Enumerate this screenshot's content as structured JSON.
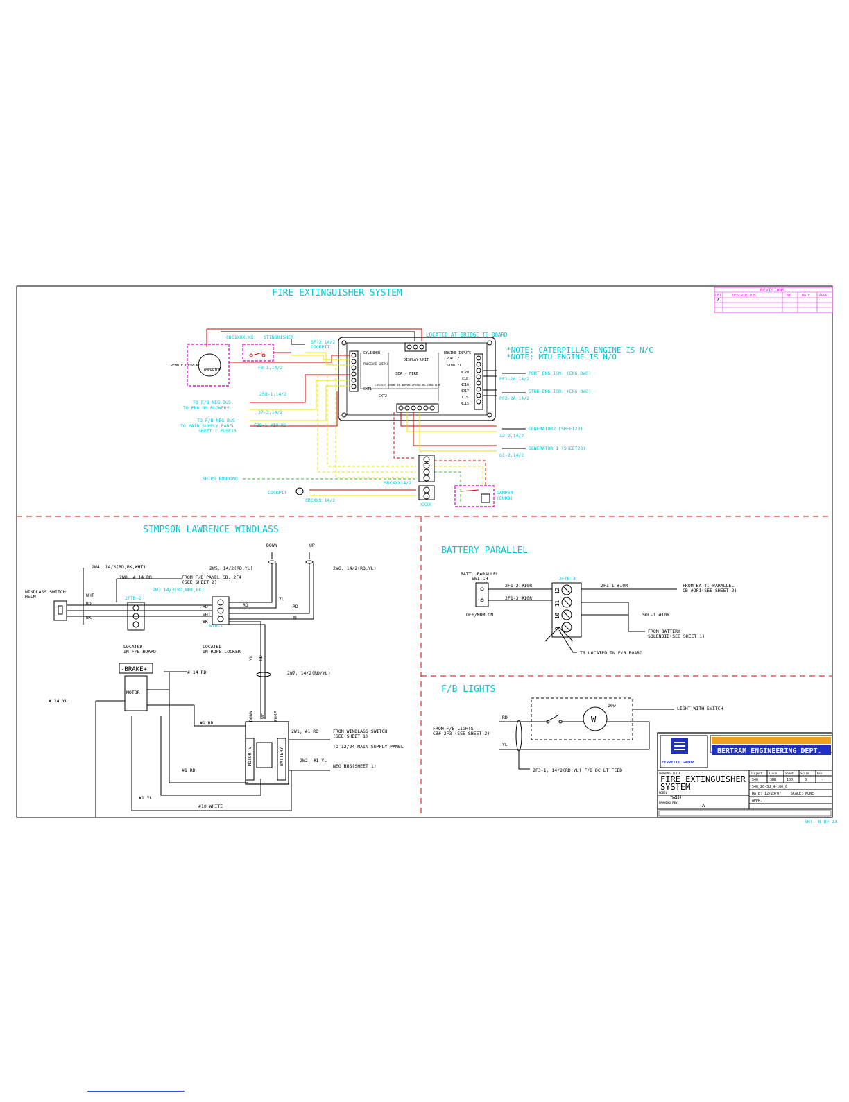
{
  "sections": {
    "fire_title": "FIRE EXTINGUISHER SYSTEM",
    "windlass_title": "SIMPSON LAWRENCE WINDLASS",
    "battery_title": "BATTERY PARALLEL",
    "lights_title": "F/B LIGHTS"
  },
  "revisions": {
    "title": "REVISIONS",
    "headers": [
      "LET.",
      "DESCRIPTION",
      "BY",
      "DATE",
      "APPR."
    ],
    "first_letter": "A"
  },
  "fire": {
    "note1": "*NOTE: CATERPILLAR ENGINE IS N/C",
    "note2": "*NOTE: MTU ENGINE IS N/O",
    "located_bridge": "LOCATED AT BRIDGE TB BOARD",
    "remote_display": "REMOTE DISPLAY",
    "override": "OVERRIDE",
    "cdc": "CDC1XXX,XX",
    "sting": "STINGUISHER",
    "sf": "SF-2,14/2",
    "cockpit_top": "COCKPIT",
    "fb1": "FB-1,14/2",
    "c258": "258-1,14/2",
    "c37": "37-3,14/2",
    "neg1a": "TO F/B NEG BUS",
    "neg1b": "TO ENG RM BLOWERS",
    "neg2a": "TO F/B NEG BUS",
    "neg2b": "TO MAIN SUPPLY PANEL",
    "neg2c": "SHEET 1 FUSE13",
    "f2b": "F2B-1 #10 RD",
    "display_unit": "DISPLAY UNIT",
    "cylinder": "CYLINDER",
    "pressure": "PRESSURE SWITCH",
    "sea_fire": "SEA - FIRE",
    "circuits": "CIRCUITS SHOWN IN NORMAL OPERATING CONDITION",
    "engine_inputs": "ENGINE INPUTS",
    "port12": "PORT12",
    "stbd21": "STBD.21",
    "nc20": "NC20",
    "c18": "C18",
    "nc16": "NC16",
    "no17": "NO17",
    "c15": "C15",
    "nc15": "NC15",
    "cxt1": "CXT1",
    "cxt2": "CXT2",
    "port_ign": "PORT ENG IGN. (ENG DWG)",
    "stbd_ign": "STBD ENG IGN. (ENG DWG)",
    "pf1": "PF1-2A,14/2",
    "pf2": "PF2-2A,14/2",
    "gen2": "GENERATOR2 (SHEET23)",
    "gen1": "GENERATOR 1 (SHEET23)",
    "g12": "12-2,14/2",
    "g11": "G1-2,14/2",
    "ships_bonding": "SHIPS BONDING",
    "sdc": "SDCXXX14/2",
    "cockpit": "COCKPIT",
    "cdcxxx": "CDCXXX,14/2",
    "xxxx": "XXXX",
    "damper1": "DAMPER",
    "damper2": "(EURO)"
  },
  "windlass": {
    "down": "DOWN",
    "up": "UP",
    "w4": "2W4, 14/3(RD,BK,WHT)",
    "w5": "2W5, 14/2(RD,YL)",
    "w6": "2W6, 14/2(RD,YL)",
    "w8": "2W8, # 14 RD",
    "from_panel1": "FROM F/B PANEL CB. 2F4",
    "from_panel2": "(SEE SHEET 2)",
    "w3": "2W3 14/3(RD,WHT,BK)",
    "switch1": "WINDLASS SWITCH",
    "switch2": "HELM",
    "wht": "WHT",
    "rd": "RD",
    "bk": "BK",
    "tb2": "2FTB-2",
    "tb1": "WTB-1",
    "loc_fb1": "LOCATED",
    "loc_fb2": "IN F/B BOARD",
    "loc_rope1": "LOCATED",
    "loc_rope2": "IN ROPE LOCKER",
    "yl": "YL",
    "brake": "-BRAKE+",
    "motor": "MOTOR",
    "rd14": "# 14 RD",
    "yl14": "# 14 YL",
    "w7": "2W7, 14/2(RD/YL)",
    "rd1": "#1 RD",
    "w1": "2W1, #1 RD",
    "from_switch1": "FROM WINDLASS SWITCH",
    "from_switch2": "(SEE SHEET 1)",
    "to_main": "TO 12/24 MAIN SUPPLY PANEL",
    "w2": "2W2, #1 YL",
    "neg_bus": "NEG BUS(SHEET 1)",
    "yl1": "#1 YL",
    "white10": "#10 WHITE",
    "fuse": "FUSE",
    "motors": "MOTOR S",
    "battery": "BATTERY"
  },
  "battery": {
    "switch1": "BATT. PARALLEL",
    "switch2": "SWITCH",
    "offmom": "OFF/MOM ON",
    "tb3": "2FTB-3",
    "f12": "2F1-2 #10R",
    "f13": "2F1-3 #10R",
    "f11": "2F1-1 #10R",
    "from1": "FROM BATT. PARALLEL",
    "from2": "CB #2F1(SEE SHEET 2)",
    "sol": "SOL-1 #10R",
    "sol_from1": "FROM BATTERY",
    "sol_from2": "SOLENOID(SEE SHEET 1)",
    "tb_located": "TB LOCATED IN F/B BOARD",
    "terms": [
      "12",
      "11",
      "10",
      "9"
    ]
  },
  "lights": {
    "watt": "20w",
    "w": "W",
    "light_switch": "LIGHT WITH SWITCH",
    "from1": "FROM F/B LIGHTS",
    "from2": "CB# 2F3 (SEE SHEET 2)",
    "rd": "RD",
    "yl": "YL",
    "cable": "2F3-1, 14/2(RD,YL) F/B DC LT FEED"
  },
  "titleblock": {
    "company": "BERTRAM ENGINEERING DEPT.",
    "group": "FERRETTI GROUP",
    "drawing_title_label": "DRAWING TITLE",
    "title1": "FIRE EXTINGUISHER",
    "title2": "SYSTEM",
    "model_label": "MODEL",
    "model": "540",
    "drawing_no_label": "DRAWING REV.",
    "rev": "A",
    "date": "DATE: 12/20/07",
    "file": "540_20-3U_W-100_0",
    "scale": "SCALE: NONE",
    "approved": "APPR.",
    "sheet": "SHT. 8 OF 23",
    "hdr": [
      "Project",
      "Issue",
      "Sheet",
      "Scale",
      "Rev."
    ],
    "vals": [
      "540",
      "3UW",
      "100",
      "0",
      "-"
    ]
  },
  "colors": {
    "frame": "#000000",
    "cyan": "#00c8d8",
    "magenta": "#e020e0",
    "red": "#e00000",
    "yellow": "#f0e000",
    "green": "#30c030",
    "orange": "#f0a020",
    "blue": "#2030c0"
  }
}
